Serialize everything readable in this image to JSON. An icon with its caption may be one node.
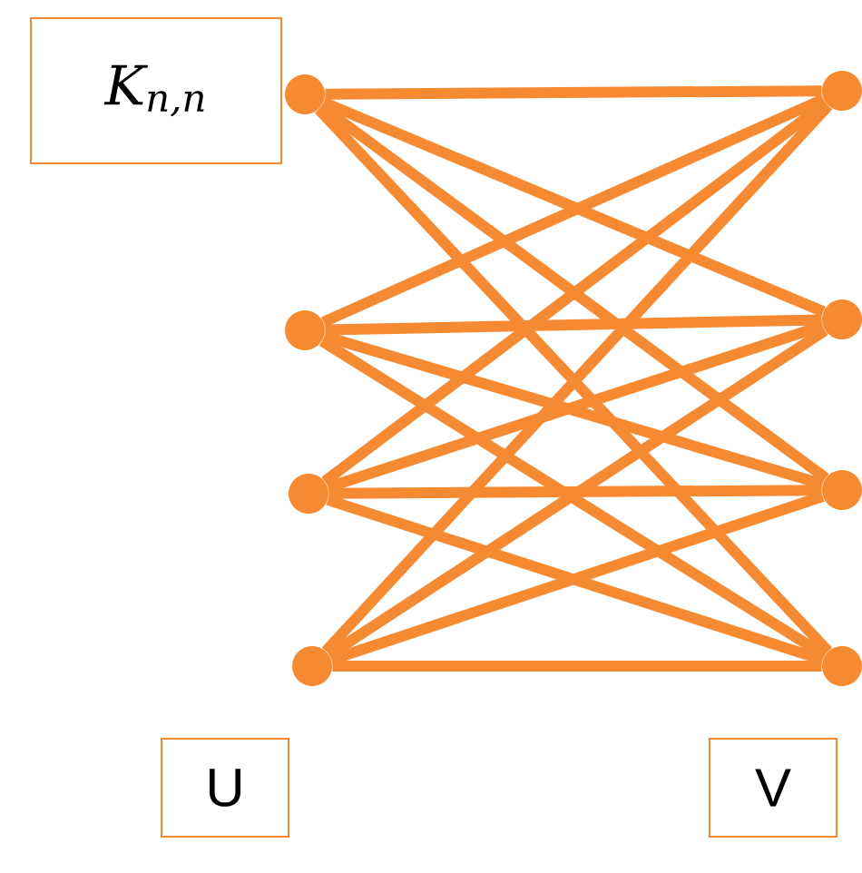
{
  "diagram": {
    "nodes": [
      {
        "text": [
          "K$_{n,n}$"
        ]
      },
      {
        "text": [],
        "shape": "circle"
      },
      {
        "text": [],
        "shape": "circle"
      },
      {
        "text": [],
        "shape": "circle"
      },
      {
        "text": [],
        "shape": "circle"
      },
      {
        "text": [],
        "shape": "circle"
      },
      {
        "text": [],
        "shape": "circle"
      },
      {
        "text": [],
        "shape": "circle"
      },
      {
        "text": [],
        "shape": "circle"
      },
      {
        "text": [
          "U"
        ]
      },
      {
        "text": [
          "V"
        ]
      }
    ],
    "edges": [
      {
        "from": 1,
        "to": 5,
        "arrow": "none"
      },
      {
        "from": 1,
        "to": 6,
        "arrow": "none"
      },
      {
        "from": 1,
        "to": 7,
        "arrow": "none"
      },
      {
        "from": 1,
        "to": 8,
        "arrow": "none"
      },
      {
        "from": 2,
        "to": 5,
        "arrow": "none"
      },
      {
        "from": 2,
        "to": 6,
        "arrow": "none"
      },
      {
        "from": 2,
        "to": 7,
        "arrow": "none"
      },
      {
        "from": 2,
        "to": 8,
        "arrow": "none"
      },
      {
        "from": 3,
        "to": 5,
        "arrow": "none"
      },
      {
        "from": 3,
        "to": 6,
        "arrow": "none"
      },
      {
        "from": 3,
        "to": 7,
        "arrow": "none"
      },
      {
        "from": 3,
        "to": 8,
        "arrow": "none"
      },
      {
        "from": 4,
        "to": 5,
        "arrow": "none"
      },
      {
        "from": 4,
        "to": 6,
        "arrow": "none"
      },
      {
        "from": 4,
        "to": 7,
        "arrow": "none"
      },
      {
        "from": 4,
        "to": 8,
        "arrow": "none"
      }
    ]
  }
}
